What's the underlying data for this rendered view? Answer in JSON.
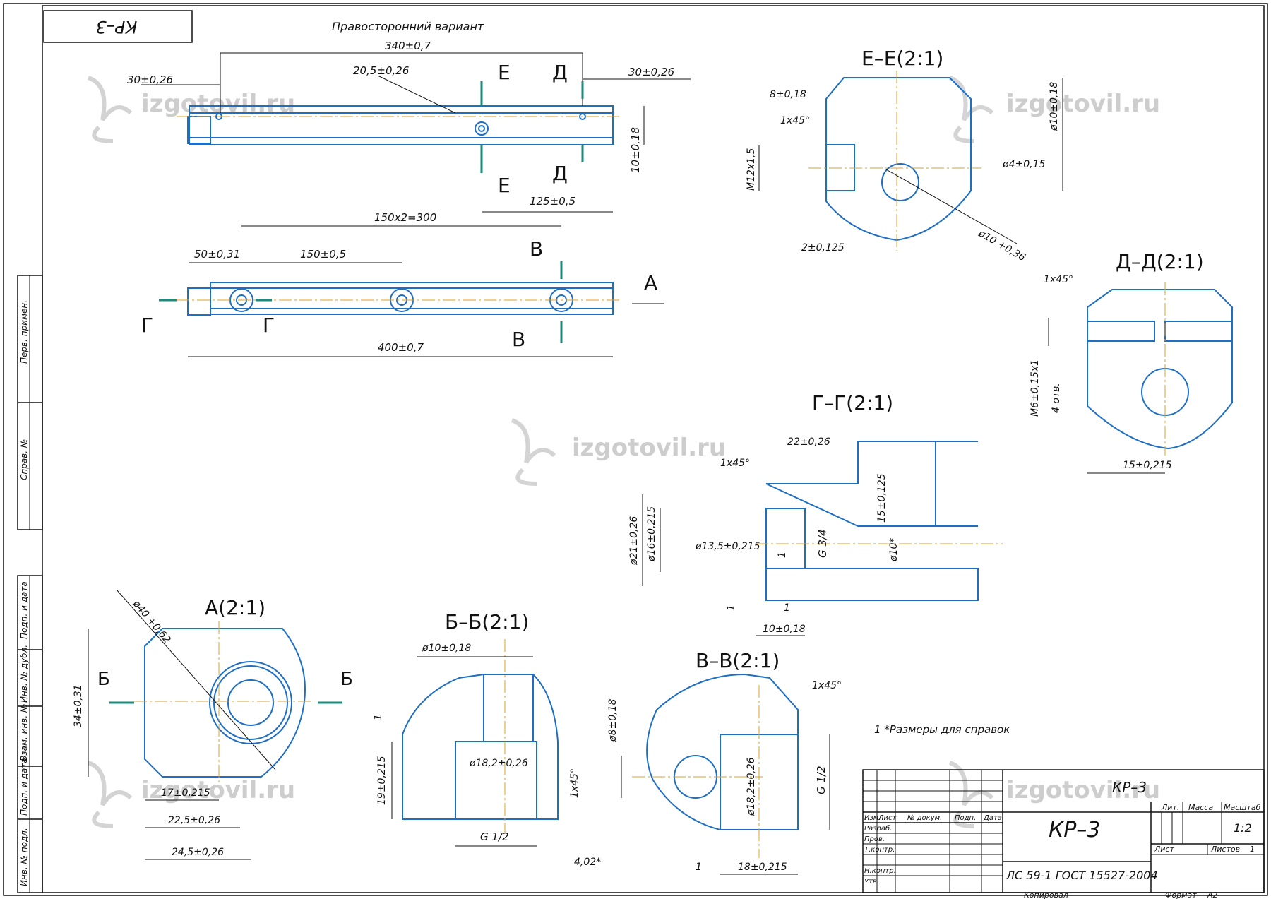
{
  "corner_stamp": "КР–3",
  "variant_note": "Правосторонний вариант",
  "watermark": "izgotovil.ru",
  "views": {
    "top": {
      "dims": [
        "340±0,7",
        "30±0,26",
        "20,5±0,26",
        "30±0,26",
        "10±0,18",
        "125±0,5"
      ],
      "cuts": [
        "Е",
        "Е",
        "Д",
        "Д"
      ]
    },
    "front": {
      "dims": [
        "150x2=300",
        "50±0,31",
        "150±0,5",
        "400±0,7"
      ],
      "cuts": [
        "Г",
        "Г",
        "В",
        "В"
      ],
      "arrow": "А"
    },
    "section_ee": {
      "title": "Е–Е(2:1)",
      "dims": [
        "8±0,18",
        "1x45°",
        "M12x1,5",
        "2±0,125",
        "ø10±0,18",
        "ø4±0,15",
        "ø10 +0,36"
      ]
    },
    "section_dd": {
      "title": "Д–Д(2:1)",
      "dims": [
        "1x45°",
        "M6±0,15x1",
        "4 отв.",
        "15±0,215"
      ]
    },
    "section_gg": {
      "title": "Г–Г(2:1)",
      "dims": [
        "22±0,26",
        "1x45°",
        "ø21±0,26",
        "ø16±0,215",
        "ø13,5±0,215",
        "1",
        "G 3/4",
        "15±0,125",
        "ø10*",
        "1",
        "1",
        "10±0,18"
      ]
    },
    "view_a": {
      "title": "А(2:1)",
      "dims": [
        "ø40 +0,62",
        "34±0,31",
        "17±0,215",
        "22,5±0,26",
        "24,5±0,26"
      ],
      "cuts": [
        "Б",
        "Б"
      ]
    },
    "section_bb": {
      "title": "Б–Б(2:1)",
      "dims": [
        "ø10±0,18",
        "1",
        "19±0,215",
        "ø18,2±0,26",
        "1x45°",
        "G 1/2",
        "4,02*"
      ]
    },
    "section_vv": {
      "title": "В–В(2:1)",
      "dims": [
        "1x45°",
        "ø8±0,18",
        "ø18,2±0,26",
        "G 1/2",
        "1",
        "18±0,215"
      ]
    }
  },
  "note": "1 *Размеры для справок",
  "title_block": {
    "header_code": "КР–3",
    "designation": "КР–3",
    "material": "ЛС 59-1  ГОСТ 15527-2004",
    "col_labels": [
      "Изм.",
      "Лист",
      "№ докум.",
      "Подп.",
      "Дата"
    ],
    "row_labels": [
      "Разраб.",
      "Пров.",
      "Т.контр.",
      "Н.контр.",
      "Утв."
    ],
    "lit_label": "Лит.",
    "mass_label": "Масса",
    "scale_label": "Масштаб",
    "scale_value": "1:2",
    "sheet_label": "Лист",
    "sheets_label": "Листов",
    "sheets_value": "1",
    "copied": "Копировал",
    "format_label": "Формат",
    "format_value": "А2"
  },
  "side_labels": [
    "Перв. примен.",
    "Справ. №",
    "Подп. и дата",
    "Инв. № дубл.",
    "Взам. инв. №",
    "Подп. и дата",
    "Инв. № подл."
  ]
}
